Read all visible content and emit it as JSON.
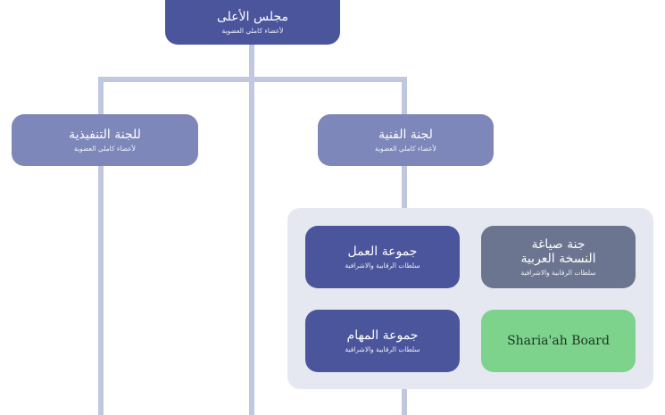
{
  "chart": {
    "top": {
      "title": "مجلس الأعلى",
      "subtitle": "لأعضاء كاملي العضوية"
    },
    "left": {
      "title": "للجنة التنفيذية",
      "subtitle": "لأعضاء كاملي العضوية"
    },
    "right": {
      "title": "لجنة الفنية",
      "subtitle": "لأعضاء كاملي العضوية"
    },
    "group": {
      "work_group": {
        "title": "جموعة العمل",
        "subtitle": "سلطات الرقابية والاشرافية"
      },
      "drafting_committee": {
        "title_line1": "جنة صياغة",
        "title_line2": "النسخة العربية",
        "subtitle": "سلطات الرقابية والاشرافية"
      },
      "tasks_group": {
        "title": "جموعة المهام",
        "subtitle": "سلطات الرقابية والاشرافية"
      },
      "sharia_board": {
        "title": "Sharia'ah Board"
      }
    }
  },
  "colors": {
    "connector": "#c1c7de",
    "dark_box": "#4b559b",
    "mid_box": "#7d87ba",
    "slate_box": "#6b7590",
    "green_box": "#7dd38c",
    "panel": "#e6e8f1"
  }
}
